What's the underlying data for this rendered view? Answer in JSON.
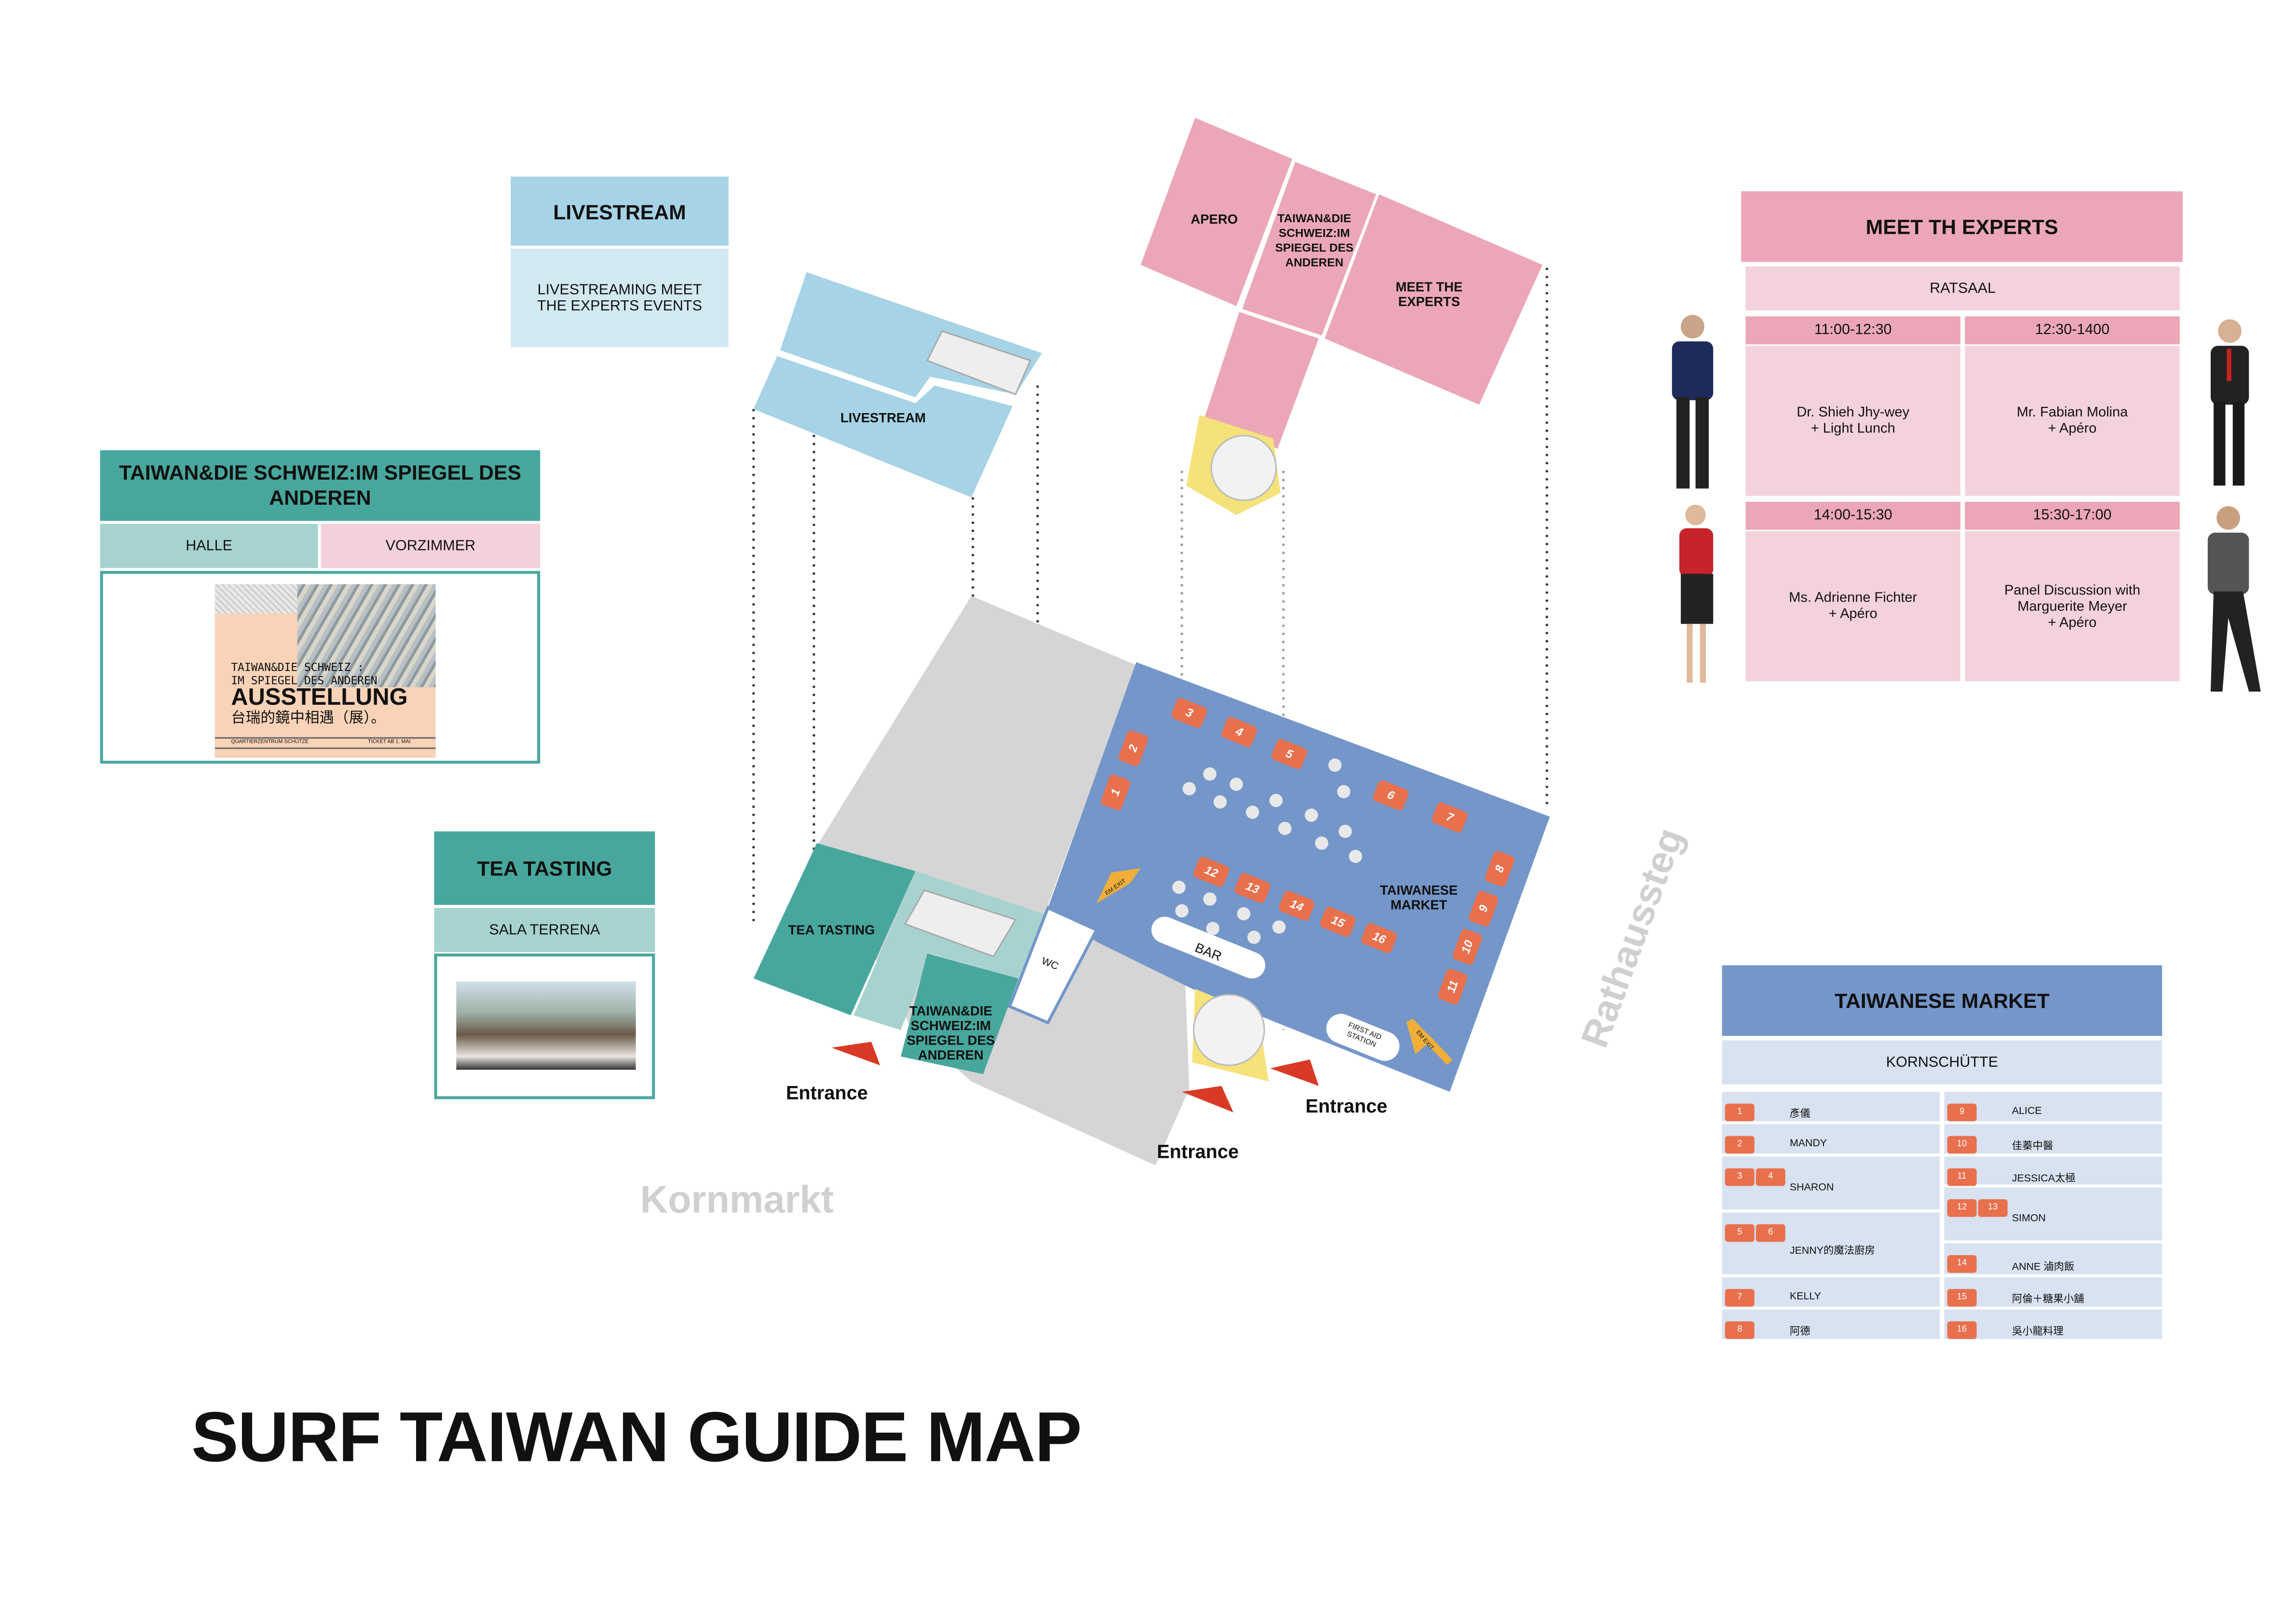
{
  "title": "SURF TAIWAN GUIDE MAP",
  "streets": {
    "kornmarkt": "Kornmarkt",
    "rathaussteg": "Rathaussteg"
  },
  "livestream": {
    "title": "LIVESTREAM",
    "desc": "LIVESTREAMING MEET THE EXPERTS EVENTS"
  },
  "exhibition": {
    "title": "TAIWAN&DIE SCHWEIZ:IM SPIEGEL DES ANDEREN",
    "rooms": [
      "HALLE",
      "VORZIMMER"
    ],
    "poster": {
      "line1": "TAIWAN&DIE SCHWEIZ :",
      "line2": "IM SPIEGEL DES ANDEREN",
      "line3": "AUSSTELLUNG",
      "line4": "台瑞的鏡中相遇（展）。",
      "venue": "QUARTIERZENTRUM SCHÜTZE",
      "ticket": "TICKET AB 1. MAI"
    }
  },
  "tea": {
    "title": "TEA TASTING",
    "room": "SALA TERRENA"
  },
  "map": {
    "apero": "APERO",
    "taiwan_room": "TAIWAN&DIE SCHWEIZ:IM SPIEGEL DES ANDEREN",
    "meet_experts": "MEET THE EXPERTS",
    "livestream": "LIVESTREAM",
    "market": "TAIWANESE MARKET",
    "tea": "TEA TASTING",
    "exhibition": "TAIWAN&DIE SCHWEIZ:IM SPIEGEL DES ANDEREN",
    "wc": "WC",
    "bar": "BAR",
    "first_aid": "FIRST AID STATION",
    "em_exit": "EM EXIT",
    "entrance": "Entrance",
    "booths": [
      "1",
      "2",
      "3",
      "4",
      "5",
      "6",
      "7",
      "8",
      "9",
      "10",
      "11",
      "12",
      "13",
      "14",
      "15",
      "16"
    ]
  },
  "experts": {
    "title": "MEET TH EXPERTS",
    "room": "RATSAAL",
    "sessions": [
      {
        "time": "11:00-12:30",
        "desc": "Dr. Shieh Jhy-wey\n+ Light Lunch"
      },
      {
        "time": "12:30-1400",
        "desc": "Mr. Fabian Molina\n+ Apéro"
      },
      {
        "time": "14:00-15:30",
        "desc": "Ms. Adrienne Fichter\n+ Apéro"
      },
      {
        "time": "15:30-17:00",
        "desc": "Panel Discussion with\nMarguerite Meyer\n+ Apéro"
      }
    ]
  },
  "market": {
    "title": "TAIWANESE MARKET",
    "room": "KORNSCHÜTTE",
    "left": [
      {
        "nums": [
          "1"
        ],
        "name": "彥儀"
      },
      {
        "nums": [
          "2"
        ],
        "name": "MANDY"
      },
      {
        "nums": [
          "3",
          "4"
        ],
        "name": "SHARON"
      },
      {
        "nums": [
          "5",
          "6"
        ],
        "name": "JENNY的魔法廚房"
      },
      {
        "nums": [
          "7"
        ],
        "name": "KELLY"
      },
      {
        "nums": [
          "8"
        ],
        "name": "阿德"
      }
    ],
    "right": [
      {
        "nums": [
          "9"
        ],
        "name": "ALICE"
      },
      {
        "nums": [
          "10"
        ],
        "name": "佳蓁中醫"
      },
      {
        "nums": [
          "11"
        ],
        "name": "JESSICA太極"
      },
      {
        "nums": [
          "12",
          "13"
        ],
        "name": "SIMON"
      },
      {
        "nums": [
          "14"
        ],
        "name": "ANNE 滷肉飯"
      },
      {
        "nums": [
          "15"
        ],
        "name": "阿倫＋糖果小舖"
      },
      {
        "nums": [
          "16"
        ],
        "name": "吳小龍料理"
      }
    ]
  },
  "colors": {
    "teal": "#48a79d",
    "pink": "#eba7b8",
    "blue": "#7496c9",
    "lightblue": "#a6d3e5",
    "booth": "#e8704d",
    "entrance": "#d93a25"
  }
}
